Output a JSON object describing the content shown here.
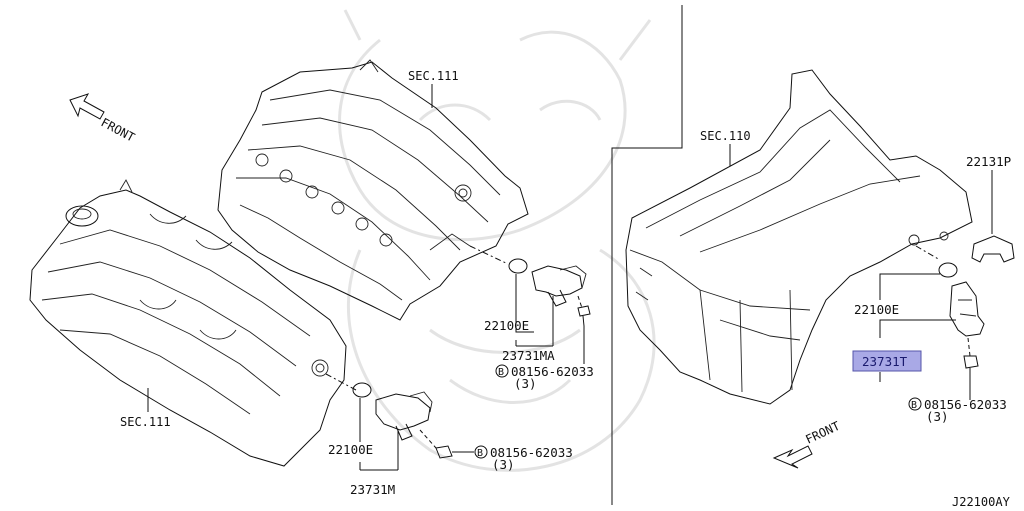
{
  "diagram": {
    "code": "J22100AY",
    "front_label": "FRONT",
    "sections": {
      "left_upper": "SEC.111",
      "left_lower": "SEC.111",
      "right": "SEC.110"
    },
    "parts": {
      "oring_upper": "22100E",
      "sensor_upper": "23731MA",
      "bolt_upper": "08156-62033",
      "bolt_upper_qty": "(3)",
      "oring_lower": "22100E",
      "sensor_lower": "23731M",
      "bolt_lower": "08156-62033",
      "bolt_lower_qty": "(3)",
      "bracket_right": "22131P",
      "oring_right": "22100E",
      "sensor_right": "23731T",
      "bolt_right": "08156-62033",
      "bolt_right_qty": "(3)",
      "bolt_symbol": "B"
    },
    "colors": {
      "highlight_fill": "#a9a9e6",
      "highlight_stroke": "#5555aa",
      "line": "#111111"
    }
  }
}
